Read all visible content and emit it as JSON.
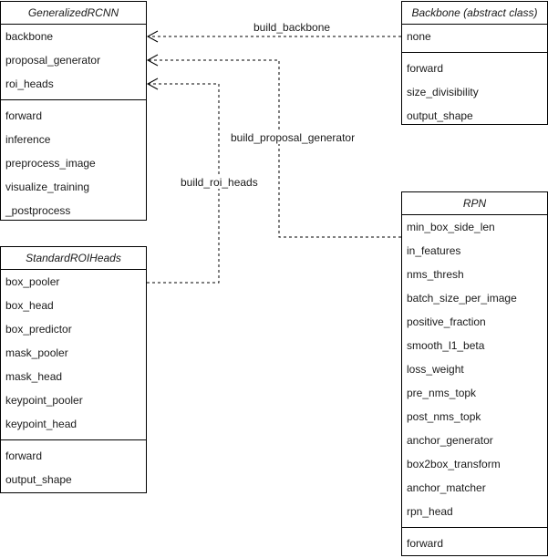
{
  "classes": {
    "rcnn": {
      "name": "GeneralizedRCNN",
      "attributes": [
        "backbone",
        "proposal_generator",
        "roi_heads"
      ],
      "methods": [
        "forward",
        "inference",
        "preprocess_image",
        "visualize_training",
        "_postprocess"
      ]
    },
    "backbone": {
      "name": "Backbone (abstract class)",
      "attributes": [
        "none"
      ],
      "methods": [
        "forward",
        "size_divisibility",
        "output_shape"
      ]
    },
    "roi_heads": {
      "name": "StandardROIHeads",
      "attributes": [
        "box_pooler",
        "box_head",
        "box_predictor",
        "mask_pooler",
        "mask_head",
        "keypoint_pooler",
        "keypoint_head"
      ],
      "methods": [
        "forward",
        "output_shape"
      ]
    },
    "rpn": {
      "name": "RPN",
      "attributes": [
        "min_box_side_len",
        "in_features",
        "nms_thresh",
        "batch_size_per_image",
        "positive_fraction",
        "smooth_l1_beta",
        "loss_weight",
        "pre_nms_topk",
        "post_nms_topk",
        "anchor_generator",
        "box2box_transform",
        "anchor_matcher",
        "rpn_head"
      ],
      "methods": [
        "forward"
      ]
    }
  },
  "edges": {
    "build_backbone": "build_backbone",
    "build_proposal_generator": "build_proposal_generator",
    "build_roi_heads": "build_roi_heads"
  }
}
